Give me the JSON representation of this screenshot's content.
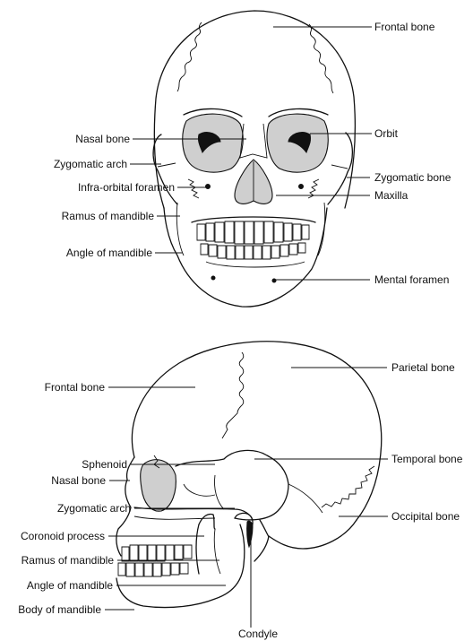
{
  "front_view": {
    "labels": {
      "frontal_bone": "Frontal bone",
      "nasal_bone": "Nasal bone",
      "orbit": "Orbit",
      "zygomatic_arch": "Zygomatic arch",
      "zygomatic_bone": "Zygomatic bone",
      "infra_orbital_foramen": "Infra-orbital foramen",
      "maxilla": "Maxilla",
      "ramus_of_mandible": "Ramus of mandible",
      "angle_of_mandible": "Angle of mandible",
      "mental_foramen": "Mental foramen"
    }
  },
  "side_view": {
    "labels": {
      "parietal_bone": "Parietal bone",
      "frontal_bone": "Frontal bone",
      "sphenoid": "Sphenoid",
      "temporal_bone": "Temporal bone",
      "nasal_bone": "Nasal bone",
      "zygomatic_arch": "Zygomatic arch",
      "occipital_bone": "Occipital bone",
      "coronoid_process": "Coronoid process",
      "ramus_of_mandible": "Ramus of mandible",
      "angle_of_mandible": "Angle of mandible",
      "body_of_mandible": "Body of mandible",
      "condyle": "Condyle"
    }
  }
}
